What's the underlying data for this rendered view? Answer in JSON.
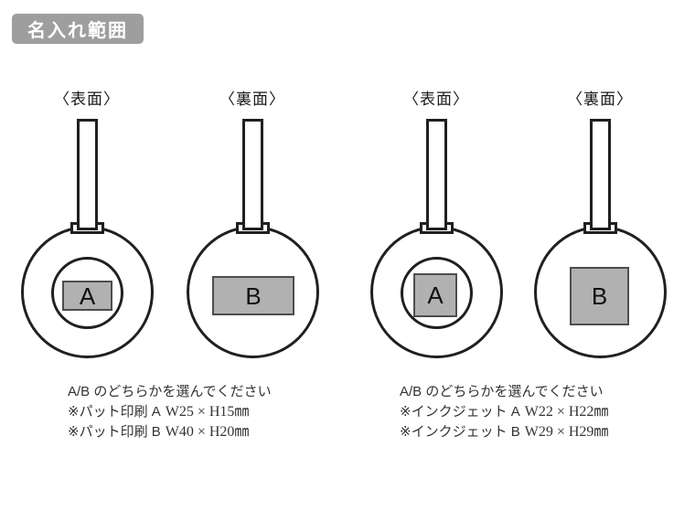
{
  "badge": {
    "label": "名入れ範囲"
  },
  "units": [
    {
      "header": "〈表面〉",
      "area_label": "A"
    },
    {
      "header": "〈裏面〉",
      "area_label": "B"
    },
    {
      "header": "〈表面〉",
      "area_label": "A"
    },
    {
      "header": "〈裏面〉",
      "area_label": "B"
    }
  ],
  "notes": [
    {
      "choose": "A/B のどちらかを選んでください",
      "option_a_label": "※パット印刷 A",
      "option_a_size": "W25 × H15㎜",
      "option_b_label": "※パット印刷 B",
      "option_b_size": "W40 × H20㎜"
    },
    {
      "choose": "A/B のどちらかを選んでください",
      "option_a_label": "※インクジェット A",
      "option_a_size": "W22 × H22㎜",
      "option_b_label": "※インクジェット B",
      "option_b_size": "W29 × H29㎜"
    }
  ],
  "colors": {
    "badge_bg": "#9e9e9e",
    "badge_text": "#ffffff",
    "outline": "#221f1f",
    "print_area_fill": "#b1b1b1",
    "print_area_border": "#4d4d4d"
  }
}
